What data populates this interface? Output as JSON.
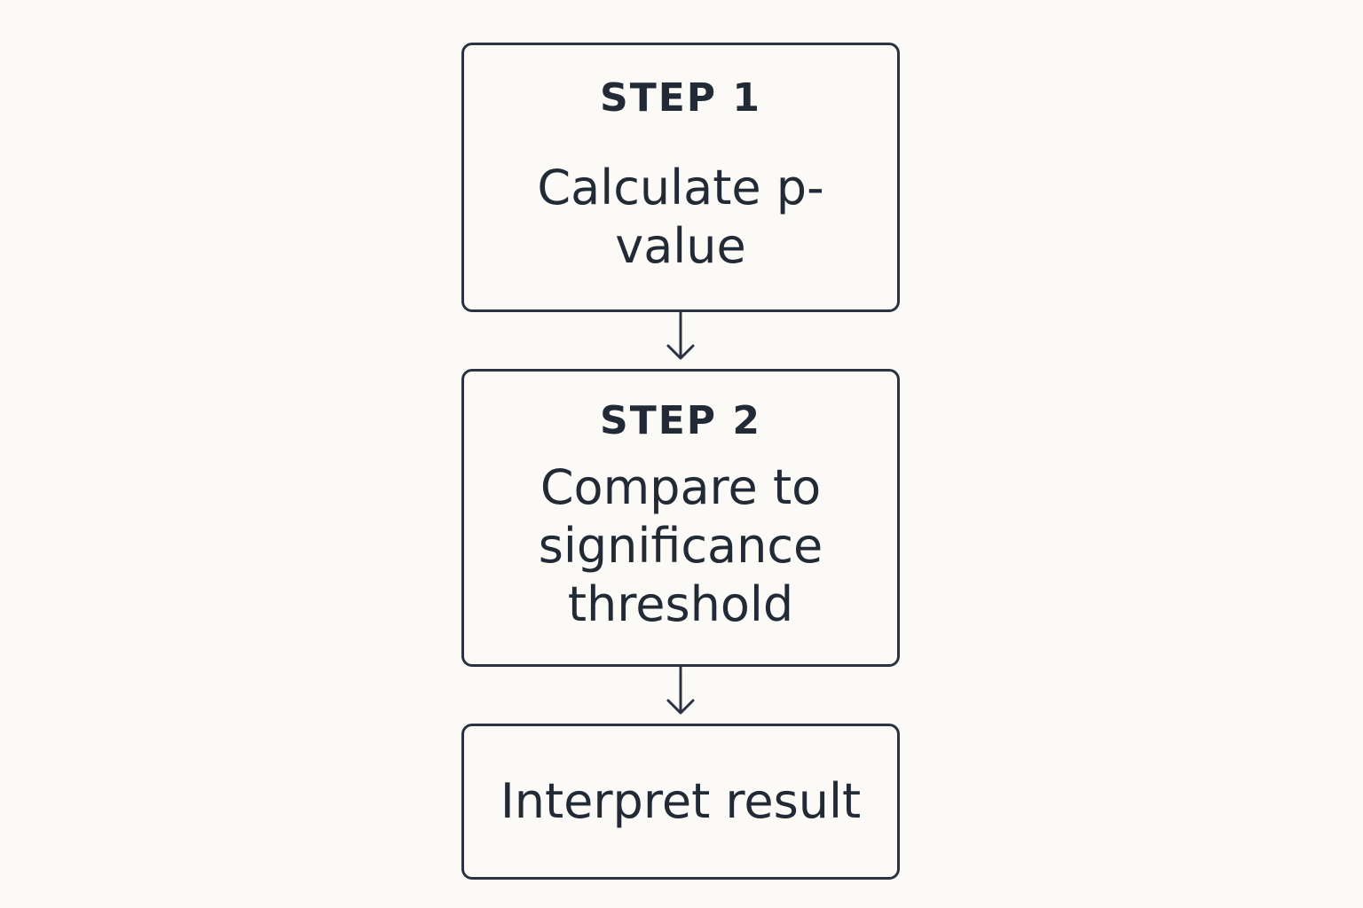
{
  "colors": {
    "background": "#fbfaf6",
    "stroke": "#2b3340",
    "text": "#222a36"
  },
  "steps": [
    {
      "label": "STEP 1",
      "text": "Calculate p-value"
    },
    {
      "label": "STEP 2",
      "text": "Compare to significance threshold"
    },
    {
      "text": "Interpret result"
    }
  ]
}
